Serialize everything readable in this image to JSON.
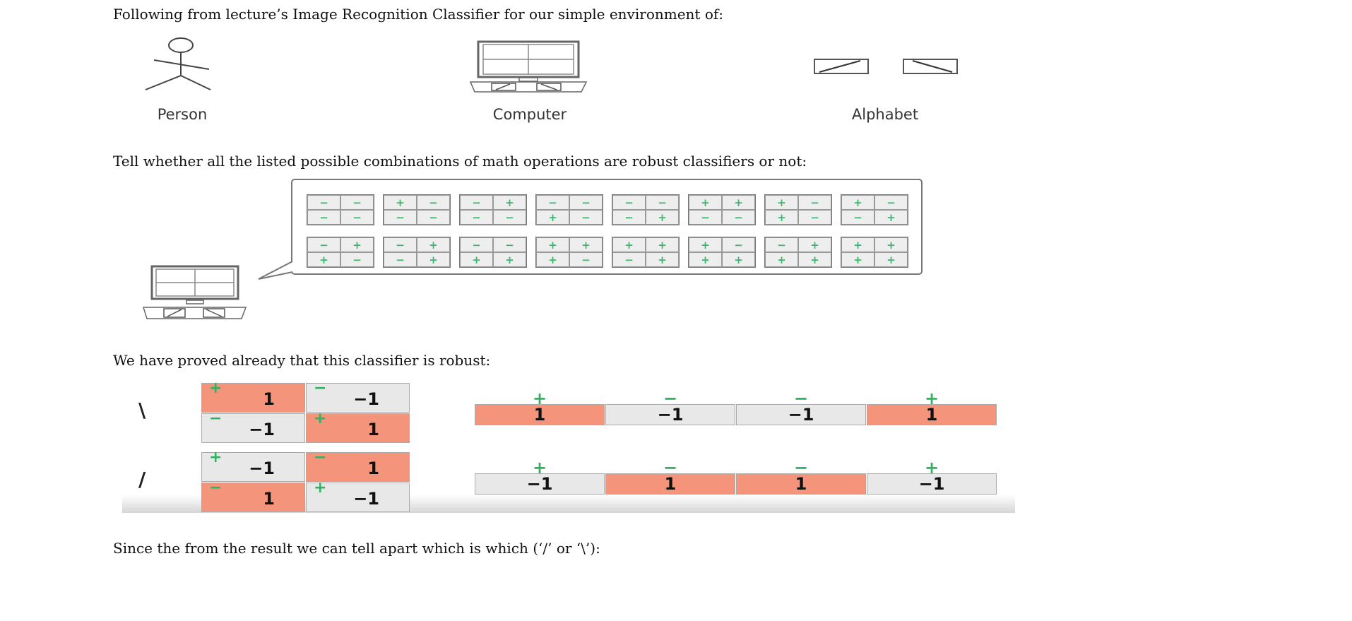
{
  "paragraphs": {
    "intro": "Following from lecture’s Image Recognition Classifier for our simple environment of:",
    "question": "Tell whether all the listed possible combinations of math operations are robust classifiers or not:",
    "proved": "We have proved already that this classifier is robust:",
    "conclusion": "Since the from the result we can tell apart which is which (‘/’ or ‘\\’):"
  },
  "environment": {
    "person_label": "Person",
    "computer_label": "Computer",
    "alphabet_label": "Alphabet"
  },
  "combinations": {
    "row1": [
      [
        "−",
        "−",
        "−",
        "−"
      ],
      [
        "+",
        "−",
        "−",
        "−"
      ],
      [
        "−",
        "+",
        "−",
        "−"
      ],
      [
        "−",
        "−",
        "+",
        "−"
      ],
      [
        "−",
        "−",
        "−",
        "+"
      ],
      [
        "+",
        "+",
        "−",
        "−"
      ],
      [
        "+",
        "−",
        "+",
        "−"
      ],
      [
        "+",
        "−",
        "−",
        "+"
      ]
    ],
    "row2": [
      [
        "−",
        "+",
        "+",
        "−"
      ],
      [
        "−",
        "+",
        "−",
        "+"
      ],
      [
        "−",
        "−",
        "+",
        "+"
      ],
      [
        "+",
        "+",
        "+",
        "−"
      ],
      [
        "+",
        "+",
        "−",
        "+"
      ],
      [
        "+",
        "−",
        "+",
        "+"
      ],
      [
        "−",
        "+",
        "+",
        "+"
      ],
      [
        "+",
        "+",
        "+",
        "+"
      ]
    ]
  },
  "proof": {
    "rows": [
      {
        "label": "\\",
        "matrix": [
          {
            "sign": "+",
            "value": "1",
            "color": "pos"
          },
          {
            "sign": "−",
            "value": "−1",
            "color": "neg"
          },
          {
            "sign": "−",
            "value": "−1",
            "color": "neg"
          },
          {
            "sign": "+",
            "value": "1",
            "color": "pos"
          }
        ],
        "result_signs": [
          "+",
          "−",
          "−",
          "+"
        ],
        "result_values": [
          {
            "value": "1",
            "color": "pos"
          },
          {
            "value": "−1",
            "color": "neg"
          },
          {
            "value": "−1",
            "color": "neg"
          },
          {
            "value": "1",
            "color": "pos"
          }
        ]
      },
      {
        "label": "/",
        "matrix": [
          {
            "sign": "+",
            "value": "−1",
            "color": "neg"
          },
          {
            "sign": "−",
            "value": "1",
            "color": "pos"
          },
          {
            "sign": "−",
            "value": "1",
            "color": "pos"
          },
          {
            "sign": "+",
            "value": "−1",
            "color": "neg"
          }
        ],
        "result_signs": [
          "+",
          "−",
          "−",
          "+"
        ],
        "result_values": [
          {
            "value": "−1",
            "color": "neg"
          },
          {
            "value": "1",
            "color": "pos"
          },
          {
            "value": "1",
            "color": "pos"
          },
          {
            "value": "−1",
            "color": "neg"
          }
        ]
      }
    ]
  },
  "colors": {
    "positive": "#f4947b",
    "negative": "#e8e8e8",
    "sign_green": "#2fb35f"
  }
}
